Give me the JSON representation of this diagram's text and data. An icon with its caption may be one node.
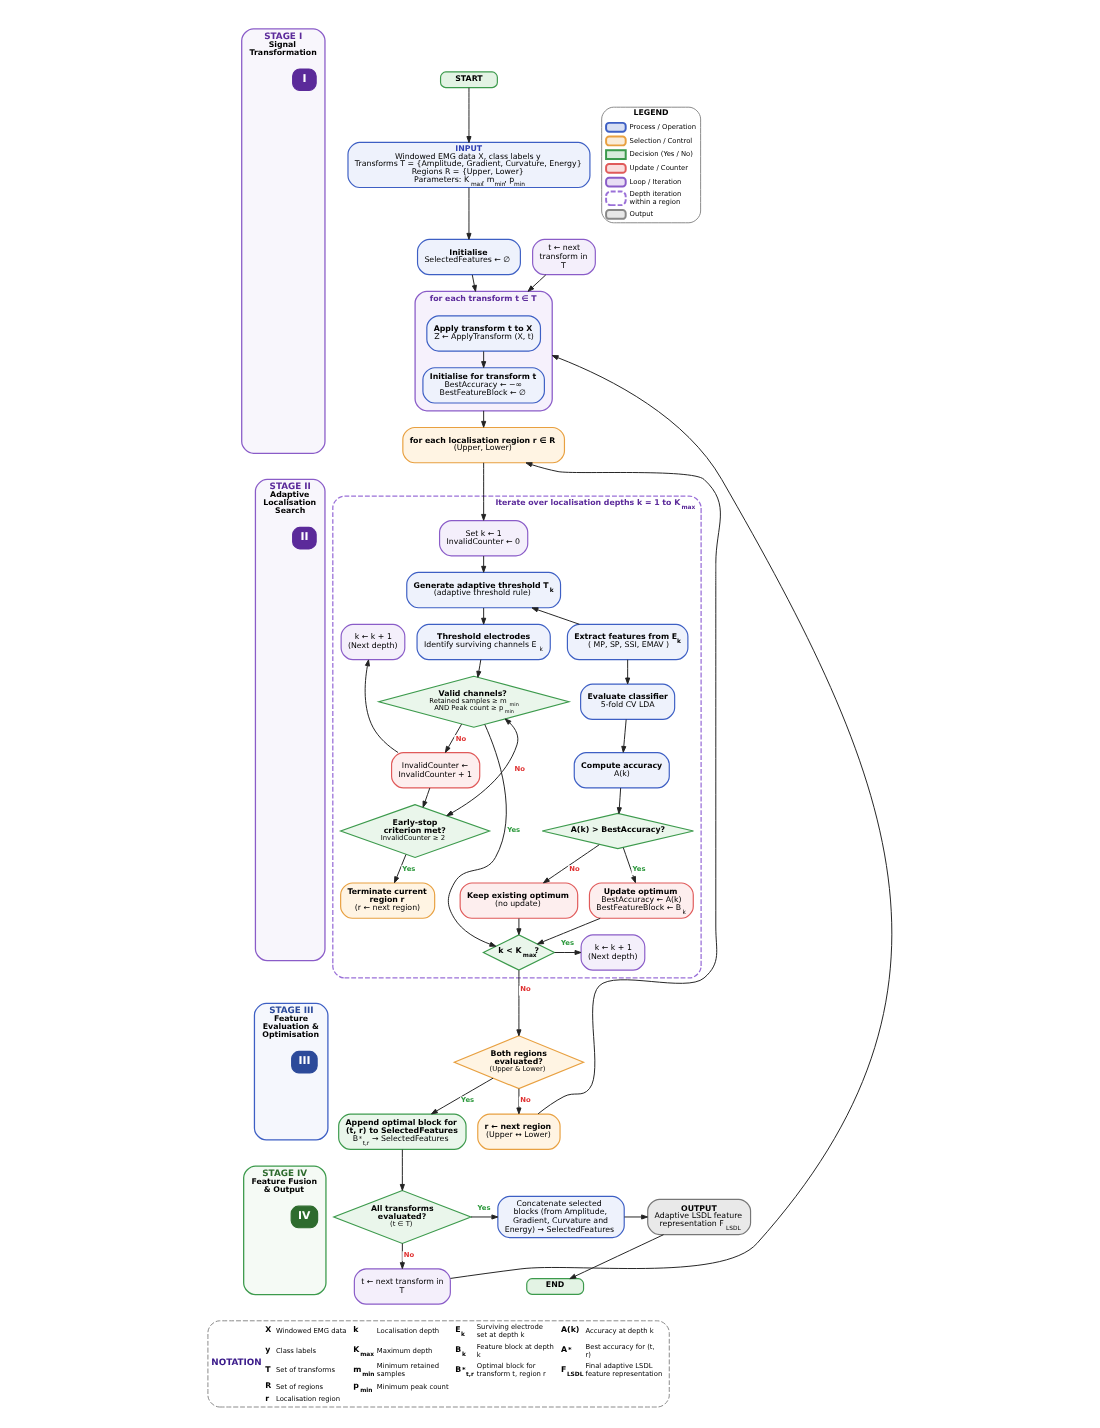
{
  "diagram": {
    "nodes": [
      {
        "text": [
          "STAGE I",
          "Signal Transformation"
        ]
      },
      {
        "text": [
          "I"
        ],
        "in": 0
      },
      {
        "text": [
          "STAGE II",
          "Adaptive Localisation Search"
        ]
      },
      {
        "text": [
          "II"
        ],
        "in": 2
      },
      {
        "text": [
          "STAGE III",
          "Feature Evaluation & Optimisation"
        ]
      },
      {
        "text": [
          "III"
        ],
        "in": 4
      },
      {
        "text": [
          "STAGE IV",
          "Feature Fusion & Output"
        ]
      },
      {
        "text": [
          "IV"
        ],
        "in": 6
      },
      {
        "text": [
          "START"
        ]
      },
      {
        "text": [
          "INPUT",
          "Windowed EMG data X, class labels y",
          "Transforms T = {Amplitude, Gradient, Curvature, Energy}",
          "Regions R = {Upper, Lower}",
          "Parameters: K$_{max}$, m$_{min}$, p$_{min}$"
        ]
      },
      {
        "text": [
          "Initialise",
          "SelectedFeatures ← ∅"
        ]
      },
      {
        "text": [
          "for each transform t ∈ T"
        ]
      },
      {
        "text": [
          "Apply transform t to X",
          "Z ← ApplyTransform (X, t)"
        ],
        "in": 11
      },
      {
        "text": [
          "Initialise for transform t",
          "BestAccuracy ← −∞",
          "BestFeatureBlock ← ∅"
        ],
        "in": 11
      },
      {
        "text": [
          "t ← next transform in T"
        ]
      },
      {
        "text": [
          "for each localisation region r ∈ R",
          "(Upper, Lower)"
        ]
      },
      {
        "text": [
          "Iterate over localisation depths k = 1 to K$_{max}$"
        ]
      },
      {
        "text": [
          "Set k ← 1",
          "InvalidCounter ← 0"
        ],
        "in": 16
      },
      {
        "text": [
          "Generate adaptive threshold T$_{k}$",
          "(adaptive threshold rule)"
        ],
        "in": 16
      },
      {
        "text": [
          "Threshold electrodes",
          "Identify surviving channels E$_{k}$"
        ],
        "in": 16
      },
      {
        "text": [
          "Valid channels?",
          "Retained samples ≥ m$_{min}$ AND Peak count ≥ p$_{min}$"
        ],
        "in": 16
      },
      {
        "text": [
          "k ← k + 1",
          "(Next depth)"
        ],
        "in": 16
      },
      {
        "text": [
          "InvalidCounter ← InvalidCounter + 1"
        ],
        "in": 16
      },
      {
        "text": [
          "Early-stop criterion met?",
          "InvalidCounter ≥ 2"
        ],
        "in": 16
      },
      {
        "text": [
          "Terminate current region r",
          "(r ← next region)"
        ],
        "in": 16
      },
      {
        "text": [
          "Extract features from E$_{k}$",
          "( MP, SP, SSI, EMAV )"
        ],
        "in": 16
      },
      {
        "text": [
          "Evaluate classifier",
          "5-fold CV LDA"
        ],
        "in": 16
      },
      {
        "text": [
          "Compute accuracy",
          "A(k)"
        ],
        "in": 16
      },
      {
        "text": [
          "A(k) > BestAccuracy?"
        ],
        "in": 16
      },
      {
        "text": [
          "Keep existing optimum",
          "(no update)"
        ],
        "in": 16
      },
      {
        "text": [
          "Update optimum",
          "BestAccuracy ← A(k)",
          "BestFeatureBlock ← B$_{k}$"
        ],
        "in": 16
      },
      {
        "text": [
          "k < K$_{max}$?"
        ],
        "in": 16
      },
      {
        "text": [
          "k ← k + 1",
          "(Next depth)"
        ],
        "in": 16
      },
      {
        "text": [
          "Both regions evaluated?",
          "(Upper & Lower)"
        ]
      },
      {
        "text": [
          "r ← next region",
          "(Upper ↔ Lower)"
        ]
      },
      {
        "text": [
          "Append optimal block for (t, r) to SelectedFeatures",
          "B$^{*}$$_{t,r}$ → SelectedFeatures"
        ]
      },
      {
        "text": [
          "All transforms evaluated?",
          "(t ∈ T)"
        ]
      },
      {
        "text": [
          "t ← next transform in T"
        ]
      },
      {
        "text": [
          "Concatenate selected blocks (from Amplitude, Gradient, Curvature and Energy) → SelectedFeatures"
        ]
      },
      {
        "text": [
          "OUTPUT",
          "Adaptive LSDL feature representation F$_{LSDL}$"
        ]
      },
      {
        "text": [
          "END"
        ]
      }
    ],
    "edges": [
      {
        "from": 8,
        "to": 9,
        "arrow": "to"
      },
      {
        "from": 9,
        "to": 10,
        "arrow": "to"
      },
      {
        "from": 10,
        "to": 11,
        "arrow": "to"
      },
      {
        "from": 12,
        "to": 13,
        "arrow": "to"
      },
      {
        "from": 14,
        "to": 11,
        "arrow": "to"
      },
      {
        "from": 11,
        "to": 15,
        "arrow": "to"
      },
      {
        "from": 15,
        "to": 17,
        "arrow": "to"
      },
      {
        "from": 17,
        "to": 18,
        "arrow": "to"
      },
      {
        "from": 18,
        "to": 19,
        "arrow": "to"
      },
      {
        "from": 19,
        "to": 20,
        "arrow": "to"
      },
      {
        "from": 20,
        "to": 22,
        "arrow": "to",
        "label": "No"
      },
      {
        "from": 22,
        "to": 21,
        "arrow": "to"
      },
      {
        "from": 22,
        "to": 23,
        "arrow": "to"
      },
      {
        "from": 23,
        "to": 20,
        "arrow": "both",
        "label": "No"
      },
      {
        "from": 23,
        "to": 24,
        "arrow": "to",
        "label": "Yes"
      },
      {
        "from": 20,
        "to": 31,
        "arrow": "to",
        "label": "Yes"
      },
      {
        "from": 25,
        "to": 18,
        "arrow": "to"
      },
      {
        "from": 25,
        "to": 26,
        "arrow": "to"
      },
      {
        "from": 26,
        "to": 27,
        "arrow": "to"
      },
      {
        "from": 27,
        "to": 28,
        "arrow": "to"
      },
      {
        "from": 28,
        "to": 29,
        "arrow": "to",
        "label": "No"
      },
      {
        "from": 28,
        "to": 30,
        "arrow": "to",
        "label": "Yes"
      },
      {
        "from": 29,
        "to": 31,
        "arrow": "to"
      },
      {
        "from": 30,
        "to": 31,
        "arrow": "to"
      },
      {
        "from": 31,
        "to": 32,
        "arrow": "to",
        "label": "Yes"
      },
      {
        "from": 31,
        "to": 33,
        "arrow": "to",
        "label": "No"
      },
      {
        "from": 33,
        "to": 34,
        "arrow": "to",
        "label": "No"
      },
      {
        "from": 34,
        "to": 15,
        "arrow": "to"
      },
      {
        "from": 33,
        "to": 35,
        "arrow": "to",
        "label": "Yes"
      },
      {
        "from": 35,
        "to": 36,
        "arrow": "to"
      },
      {
        "from": 36,
        "to": 37,
        "arrow": "to",
        "label": "No"
      },
      {
        "from": 36,
        "to": 38,
        "arrow": "to",
        "label": "Yes"
      },
      {
        "from": 38,
        "to": 39,
        "arrow": "to"
      },
      {
        "from": 39,
        "to": 40,
        "arrow": "to"
      },
      {
        "from": 37,
        "to": 11,
        "arrow": "to"
      }
    ],
    "labels": [
      "LEGEND",
      "NOTATION",
      "X",
      "Windowed EMG data",
      "k",
      "Localisation depth",
      "E$_{k}$",
      "Surviving electrode set at depth k",
      "A(k)",
      "Accuracy at depth k",
      "y",
      "Class labels",
      "K$_{max}$",
      "Maximum depth",
      "B$_{k}$",
      "Feature block at depth k",
      "A$^{*}$",
      "Best accuracy for (t, r)",
      "T",
      "Set of transforms",
      "m$_{min}$",
      "Minimum retained samples",
      "B$^{*}$$_{t,r}$",
      "Optimal block for transform t, region r",
      "F$_{LSDL}$",
      "Final adaptive LSDL feature representation",
      "R",
      "Set of regions",
      "p$_{min}$",
      "Minimum peak count",
      "r",
      "Localisation region"
    ],
    "legend": [
      {
        "text": "Process / Operation",
        "color": "#3d5fc4"
      },
      {
        "text": "Selection / Control",
        "color": "#e8a040"
      },
      {
        "text": "Decision (Yes / No)",
        "color": "#3c9a4c"
      },
      {
        "text": "Update / Counter",
        "color": "#e05a5a"
      },
      {
        "text": "Loop / Iteration",
        "color": "#8a5cc8"
      },
      {
        "text": "Depth iteration within a region",
        "color": "#9a70d8"
      },
      {
        "text": "Output",
        "color": "#888888"
      }
    ]
  }
}
